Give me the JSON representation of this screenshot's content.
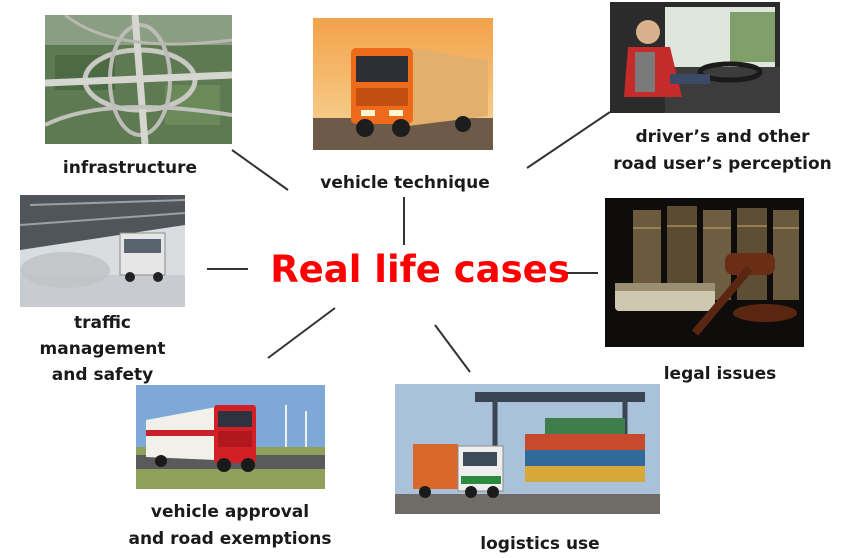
{
  "center": {
    "title": "Real life cases"
  },
  "nodes": {
    "infrastructure": {
      "label": "infrastructure"
    },
    "vehicle_technique": {
      "label": "vehicle technique"
    },
    "perception": {
      "line1": "driver’s and other",
      "line2": "road user’s perception"
    },
    "traffic": {
      "line1": "traffic",
      "line2": "management",
      "line3": "and safety"
    },
    "legal": {
      "label": "legal issues"
    },
    "approval": {
      "line1": "vehicle approval",
      "line2": "and road exemptions"
    },
    "logistics": {
      "label": "logistics use"
    }
  },
  "colors": {
    "title": "#ff0000",
    "label": "#1a1a1a",
    "connector": "#333333"
  },
  "photo_semantics": {
    "infrastructure": "highway-interchange-aerial-photo",
    "vehicle_technique": "orange-truck-photo",
    "perception": "truck-driver-in-cab-photo",
    "traffic": "truck-test-hall-photo",
    "legal": "law-books-and-gavel-photo",
    "approval": "red-truck-trailer-photo",
    "logistics": "container-terminal-truck-photo"
  }
}
